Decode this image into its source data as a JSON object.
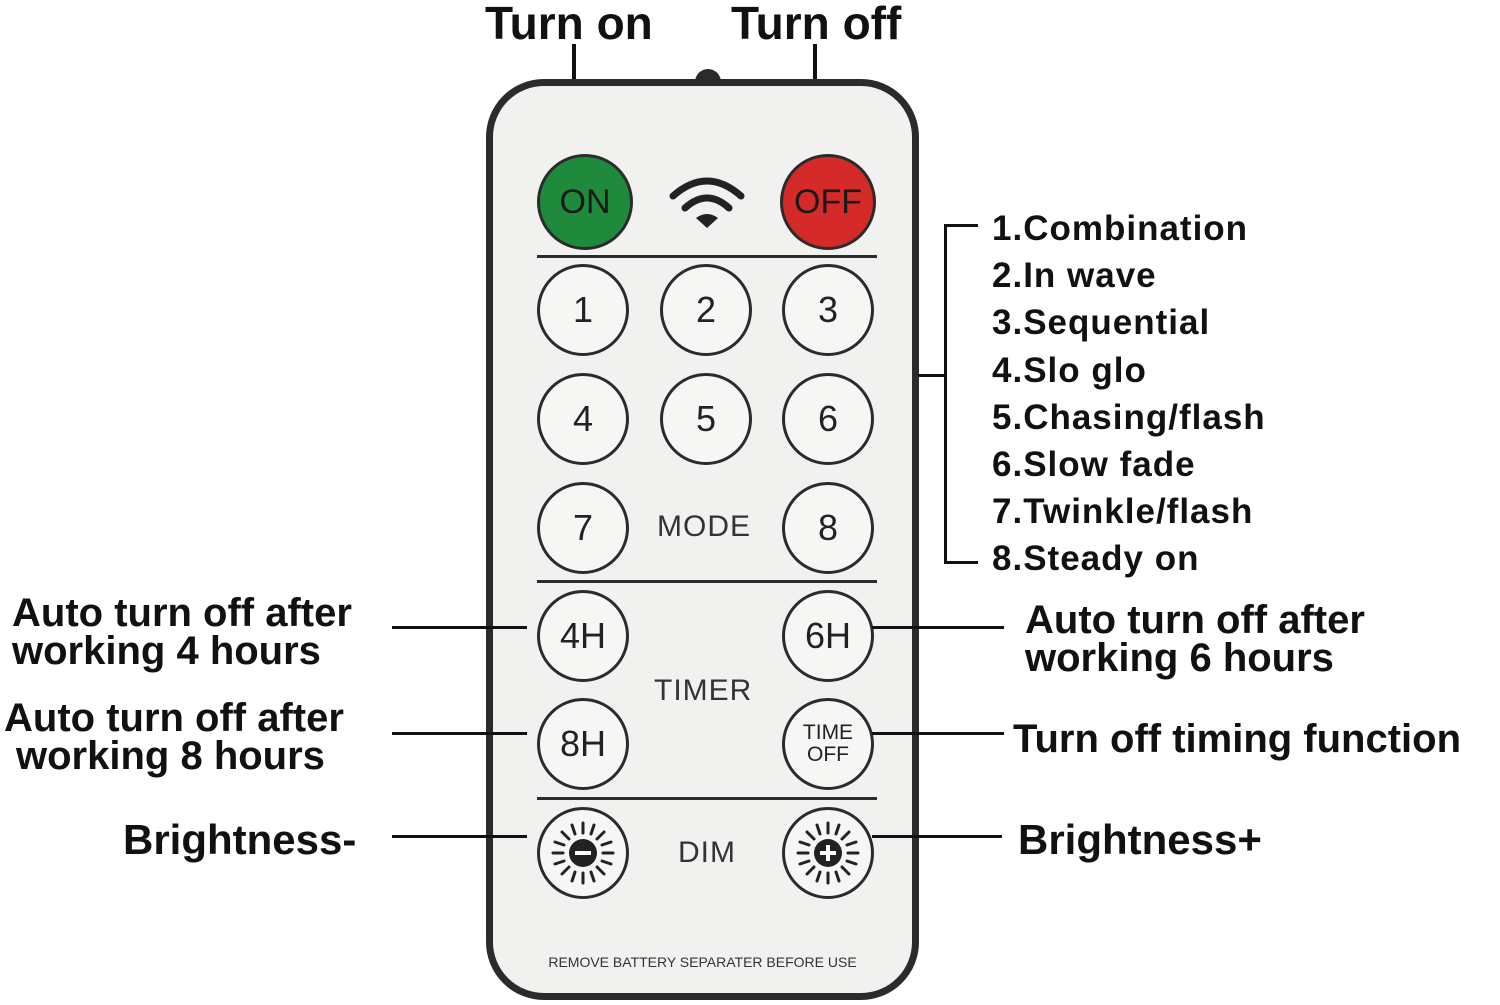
{
  "top_labels": {
    "turn_on": "Turn on",
    "turn_off": "Turn off"
  },
  "remote": {
    "on_label": "ON",
    "off_label": "OFF",
    "mode_buttons": [
      "1",
      "2",
      "3",
      "4",
      "5",
      "6",
      "7",
      "8"
    ],
    "mode_label": "MODE",
    "timer_buttons": {
      "h4": "4H",
      "h6": "6H",
      "h8": "8H",
      "time_off_line1": "TIME",
      "time_off_line2": "OFF"
    },
    "timer_label": "TIMER",
    "dim_label": "DIM",
    "footer": "REMOVE BATTERY SEPARATER BEFORE USE"
  },
  "modes": [
    "1.Combination",
    "2.In wave",
    "3.Sequential",
    "4.Slo glo",
    "5.Chasing/flash",
    "6.Slow fade",
    "7.Twinkle/flash",
    "8.Steady on"
  ],
  "callouts": {
    "h4_line1": "Auto turn off after",
    "h4_line2": "working 4 hours",
    "h6_line1": "Auto turn off after",
    "h6_line2": "working 6 hours",
    "h8_line1": "Auto turn off after",
    "h8_line2": "working 8 hours",
    "time_off": "Turn off timing function",
    "brightness_minus": "Brightness-",
    "brightness_plus": "Brightness+"
  },
  "colors": {
    "on_button": "#1f8a3c",
    "off_button": "#d42a2a",
    "remote_body": "#f1f1ef",
    "remote_frame": "#2b2b2b"
  },
  "icons": [
    "wifi-icon",
    "brightness-minus-icon",
    "brightness-plus-icon"
  ]
}
